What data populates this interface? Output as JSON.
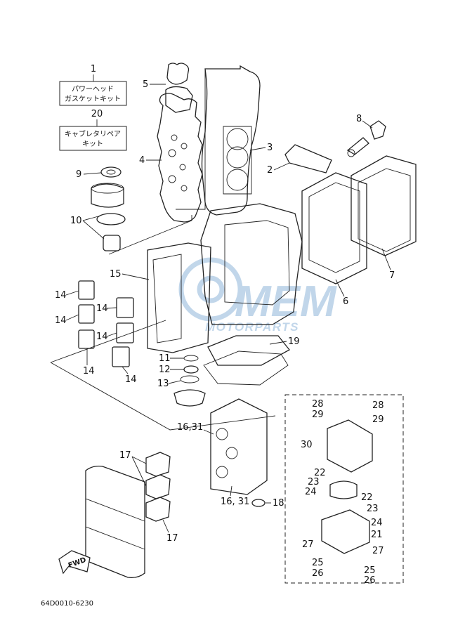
{
  "kit_boxes": [
    {
      "number": "1",
      "line1": "パワーヘッド",
      "line2": "ガスケットキット"
    },
    {
      "number": "20",
      "line1": "キャブレタリペア",
      "line2": "キット"
    }
  ],
  "callouts": {
    "n2": "2",
    "n3": "3",
    "n4": "4",
    "n5": "5",
    "n6": "6",
    "n7": "7",
    "n8": "8",
    "n9": "9",
    "n10": "10",
    "n11": "11",
    "n12": "12",
    "n13": "13",
    "n14a": "14",
    "n14b": "14",
    "n14c": "14",
    "n14d": "14",
    "n14e": "14",
    "n14f": "14",
    "n15": "15",
    "n16a": "16,31",
    "n16b": "16, 31",
    "n17a": "17",
    "n17b": "17",
    "n18": "18",
    "n19": "19",
    "n21": "21",
    "n22a": "22",
    "n22b": "22",
    "n23a": "23",
    "n23b": "23",
    "n24a": "24",
    "n24b": "24",
    "n25a": "25",
    "n25b": "25",
    "n26a": "26",
    "n26b": "26",
    "n27a": "27",
    "n27b": "27",
    "n28a": "28",
    "n28b": "28",
    "n29a": "29",
    "n29b": "29",
    "n30": "30"
  },
  "fwd_label": "FWD",
  "watermark": {
    "main": "MEM",
    "sub": "MOTORPARTS",
    "color": "#8fb6d9"
  },
  "diagram_code": "64D0010-6230"
}
